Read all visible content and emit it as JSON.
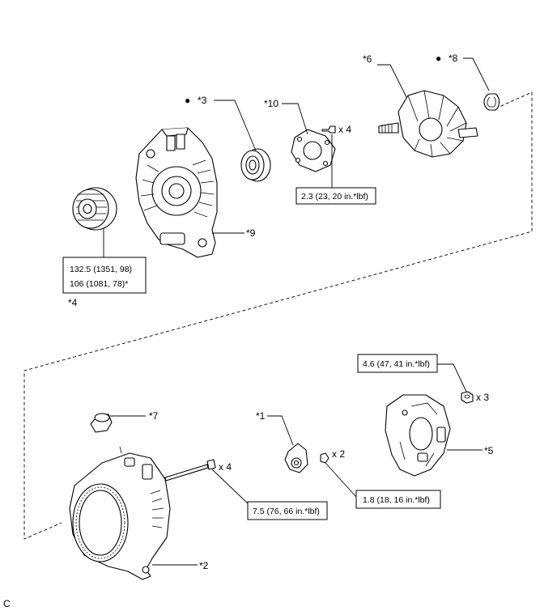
{
  "callouts": {
    "c1": "*1",
    "c2": "*2",
    "c3": "*3",
    "c4": "*4",
    "c5": "*5",
    "c6": "*6",
    "c7": "*7",
    "c8": "*8",
    "c9": "*9",
    "c10": "*10"
  },
  "bullet": "●",
  "quantities": {
    "q_cover_screws": "x 4",
    "q_through_bolts": "x 4",
    "q_terminal_screws": "x 2",
    "q_holder_nuts": "x 3"
  },
  "torques": {
    "plate_screw": "2.3 (23, 20 in.*lbf)",
    "pulley_line1": "132.5 (1351, 98)",
    "pulley_line2": "106 (1081, 78)*",
    "holder_nut": "4.6 (47, 41 in.*lbf)",
    "terminal_screw": "1.8 (18, 16 in.*lbf)",
    "through_bolt": "7.5 (76, 66 in.*lbf)"
  },
  "figure_code": "C"
}
